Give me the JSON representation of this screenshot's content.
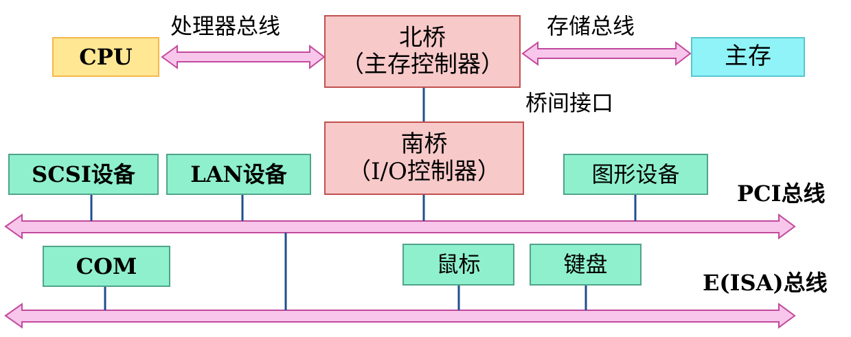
{
  "nodes": {
    "cpu": "CPU",
    "north_bridge": {
      "line1": "北桥",
      "line2": "（主存控制器）"
    },
    "main_memory": "主存",
    "south_bridge": {
      "line1": "南桥",
      "line2": "（I/O控制器）"
    },
    "scsi": "SCSI设备",
    "lan": "LAN设备",
    "graphics": "图形设备",
    "com": "COM",
    "mouse": "鼠标",
    "keyboard": "键盘"
  },
  "labels": {
    "processor_bus": "处理器总线",
    "storage_bus": "存储总线",
    "bridge_interface": "桥间接口",
    "pci_bus": "PCI总线",
    "isa_bus": "E(ISA)总线"
  },
  "colors": {
    "bus_fill": "#f7c6ea",
    "bus_stroke": "#c2499c",
    "connector": "#1f4e8c",
    "bridge_fill": "#f8c9c9",
    "device_fill": "#8ff0ce",
    "cpu_fill": "#ffe794",
    "memory_fill": "#8ff3f7"
  }
}
